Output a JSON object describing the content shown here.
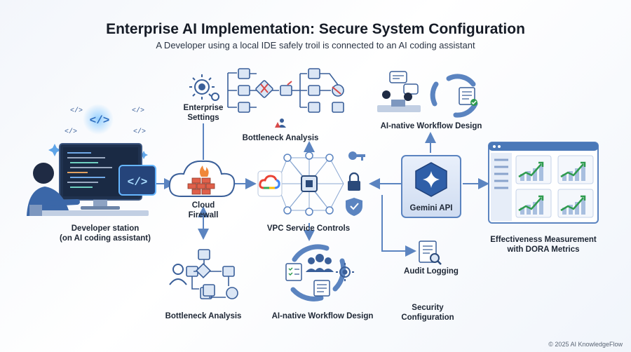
{
  "header": {
    "title": "Enterprise AI Implementation: Secure System Configuration",
    "subtitle": "A Developer using a local IDE safely troil is connected to an AI coding assistant"
  },
  "nodes": {
    "developer": {
      "line1": "Developer station",
      "line2": "(on AI coding assistant)"
    },
    "enterprise_settings": {
      "line1": "Enterprise",
      "line2": "Settings"
    },
    "bottleneck_top": "Bottleneck Analysis",
    "cloud_firewall": {
      "line1": "Cloud",
      "line2": "Firewall"
    },
    "vpc": "VPC Service Controls",
    "workflow_top": "AI-native Workflow Design",
    "gemini": "Gemini API",
    "audit": "Audit Logging",
    "effectiveness": {
      "line1": "Effectiveness Measurement",
      "line2": "with DORA Metrics"
    },
    "bottleneck_bottom": "Bottleneck Analysis",
    "workflow_bottom": "AI-native Workflow Design",
    "security": {
      "line1": "Security",
      "line2": "Configuration"
    }
  },
  "footer": "© 2025 AI KnowledgeFlow",
  "colors": {
    "accent": "#4a78b8",
    "dark": "#2b4a7a",
    "light": "#dbe6f5",
    "green": "#2e9b4e"
  }
}
